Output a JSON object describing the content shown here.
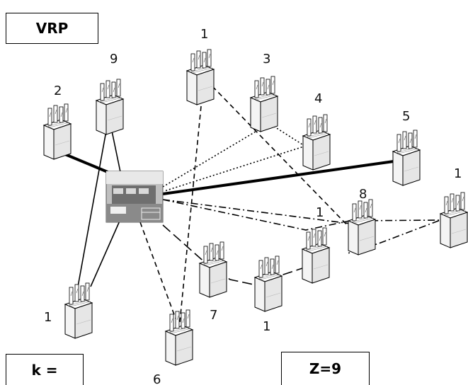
{
  "title": "VRP",
  "k_label": "k =",
  "z_label": "Z=9",
  "depot": {
    "name": "depot-building"
  },
  "customers": [
    {
      "id": "c9",
      "label": "9"
    },
    {
      "id": "c2",
      "label": "2"
    },
    {
      "id": "c1a",
      "label": "1"
    },
    {
      "id": "c3",
      "label": "3"
    },
    {
      "id": "c4",
      "label": "4"
    },
    {
      "id": "c5",
      "label": "5"
    },
    {
      "id": "c1b",
      "label": "1"
    },
    {
      "id": "c8",
      "label": "8"
    },
    {
      "id": "c1c",
      "label": "1"
    },
    {
      "id": "c7",
      "label": "7"
    },
    {
      "id": "c1d",
      "label": "1"
    },
    {
      "id": "c1e",
      "label": "1"
    },
    {
      "id": "c6",
      "label": "6"
    }
  ],
  "routes": [
    {
      "style": "bold",
      "stops": [
        "c2"
      ]
    },
    {
      "style": "thin",
      "stops": [
        "c9",
        "c1e"
      ]
    },
    {
      "style": "dotted",
      "stops": [
        "c3",
        "c4"
      ]
    },
    {
      "style": "dashed",
      "stops": [
        "c1a",
        "c8"
      ]
    },
    {
      "style": "dashdot",
      "stops": [
        "c1c",
        "c8",
        "c1b"
      ]
    },
    {
      "style": "longdash",
      "stops": [
        "c7",
        "c1d",
        "c1c"
      ]
    },
    {
      "style": "dashed",
      "stops": [
        "c6"
      ]
    },
    {
      "style": "bold",
      "stops": [
        "c5"
      ]
    }
  ]
}
